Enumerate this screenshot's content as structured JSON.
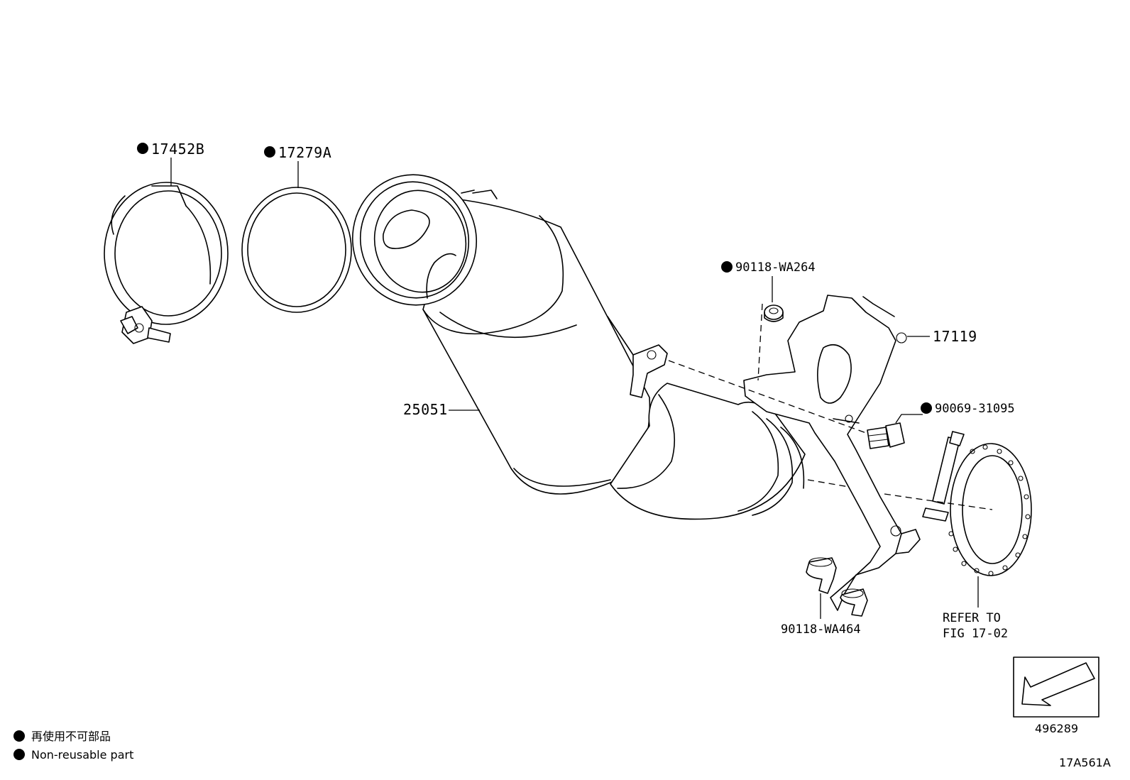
{
  "callouts": {
    "clamp": "17452B",
    "gasket": "17279A",
    "converter": "25051",
    "nut_upper": "90118-WA264",
    "bracket": "17119",
    "bolt": "90069-31095",
    "nut_lower": "90118-WA464"
  },
  "reference": {
    "line1": "REFER TO",
    "line2": "FIG 17-02"
  },
  "direction_box": {
    "code": "496289"
  },
  "legend": {
    "jp": "再使用不可部品",
    "en": "Non-reusable part"
  },
  "figure_code": "17A561A",
  "icons": {
    "non_reusable_marker": "filled-circle",
    "direction": "arrow-pointing-down-left"
  },
  "colors": {
    "line": "#000000",
    "background": "#ffffff"
  }
}
